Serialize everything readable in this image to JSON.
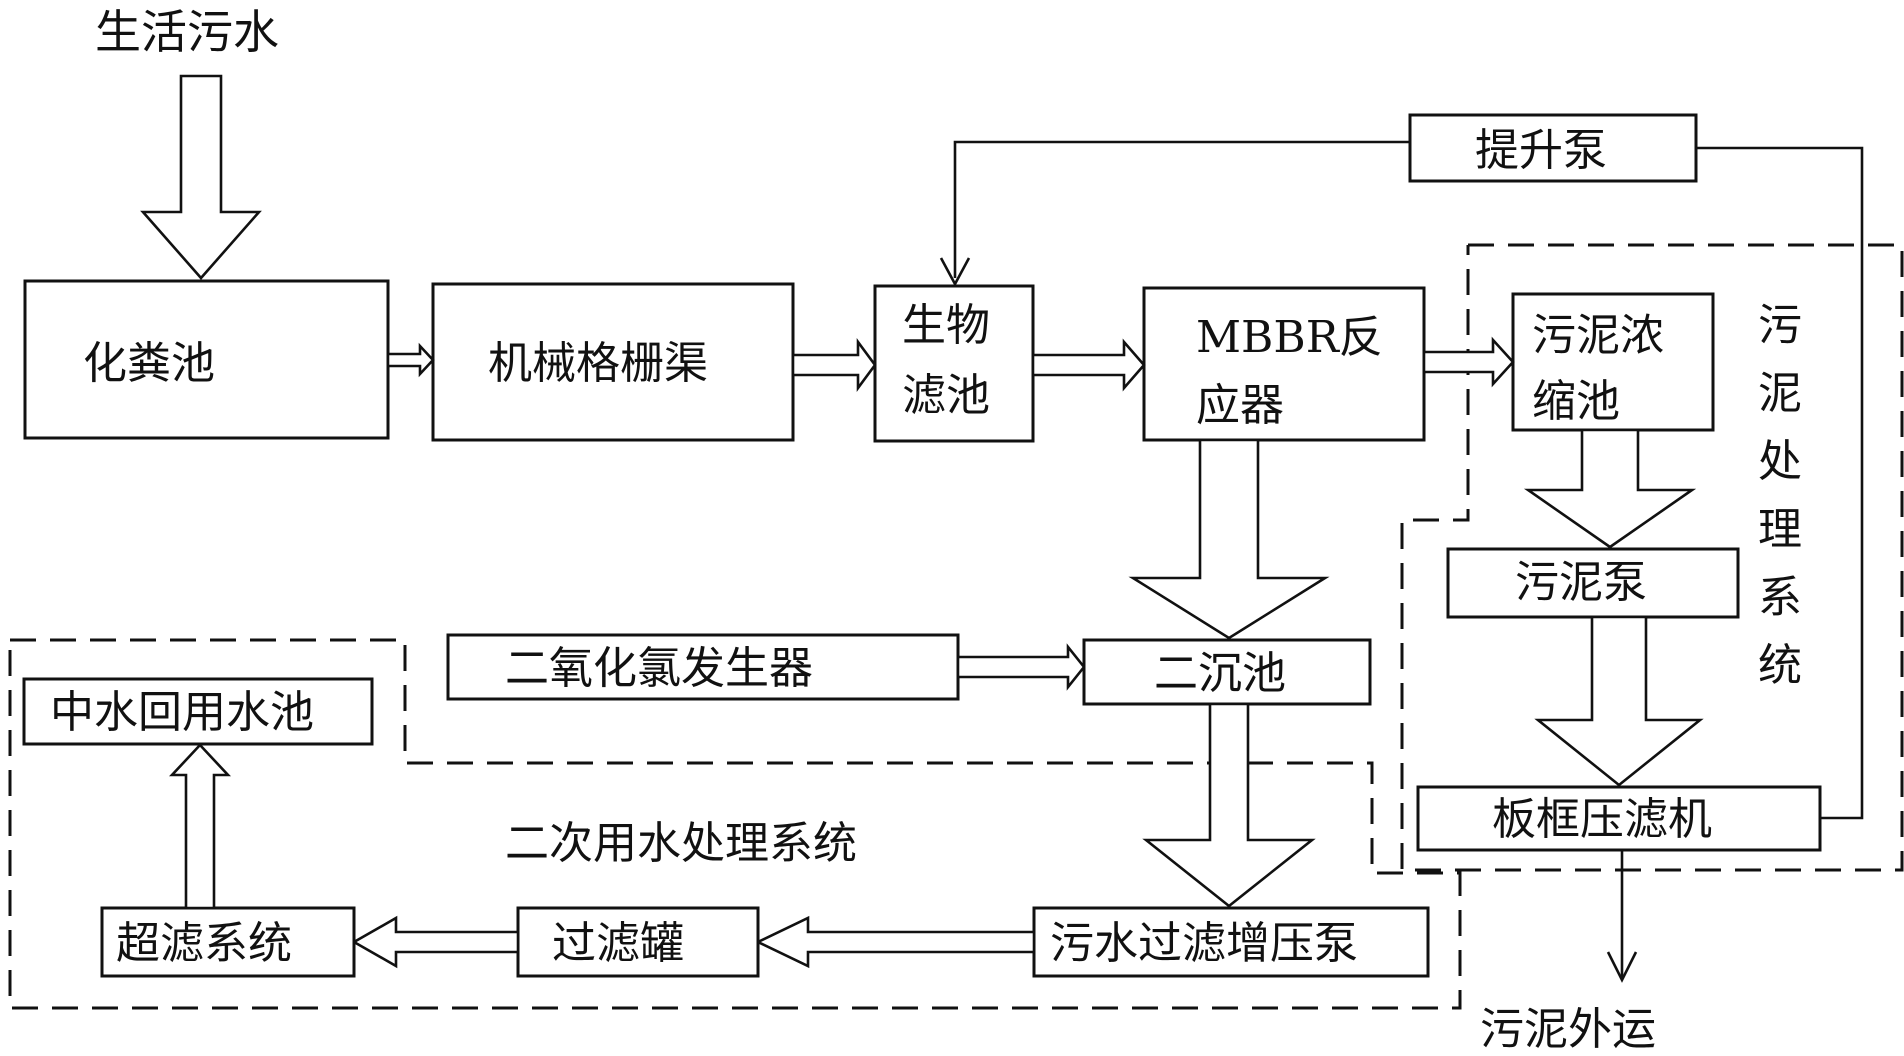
{
  "inputs": {
    "domestic_sewage": "生活污水"
  },
  "nodes": {
    "septic_tank": "化粪池",
    "screen_channel": "机械格栅渠",
    "biofilter_l1": "生物",
    "biofilter_l2": "滤池",
    "mbbr_l1": "MBBR反",
    "mbbr_l2": "应器",
    "sludge_thickener_l1": "污泥浓",
    "sludge_thickener_l2": "缩池",
    "lift_pump": "提升泵",
    "sludge_pump": "污泥泵",
    "filter_press": "板框压滤机",
    "chlorine_dioxide": "二氧化氯发生器",
    "secondary_clarifier": "二沉池",
    "reclaimed_pool": "中水回用水池",
    "ultrafiltration": "超滤系统",
    "filter_tank": "过滤罐",
    "booster_pump": "污水过滤增压泵"
  },
  "outputs": {
    "sludge_out": "污泥外运"
  },
  "systems": {
    "sludge_system": [
      "污",
      "泥",
      "处",
      "理",
      "系",
      "统"
    ],
    "reuse_system": "二次用水处理系统"
  }
}
